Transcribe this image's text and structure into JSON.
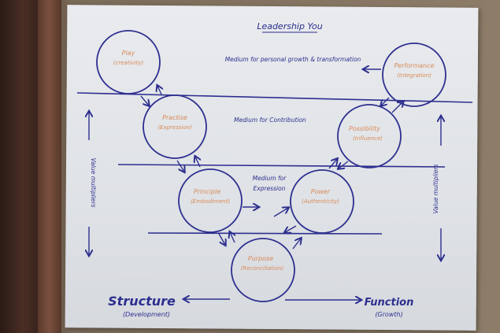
{
  "title": "Leadership You",
  "mediums": {
    "top": "Medium for personal growth & transformation",
    "middle": "Medium for Contribution",
    "expression_line1": "Medium for",
    "expression_line2": "Expression"
  },
  "circles": {
    "play": {
      "name": "Play",
      "sub": "(creativity)"
    },
    "practise": {
      "name": "Practise",
      "sub": "(Expression)"
    },
    "principle": {
      "name": "Principle",
      "sub": "(Embodiment)"
    },
    "purpose": {
      "name": "Purpose",
      "sub": "(Reconciliation)"
    },
    "power": {
      "name": "Power",
      "sub": "(Authenticity)"
    },
    "possibility": {
      "name": "Possibility",
      "sub": "(Influence)"
    },
    "performance": {
      "name": "Performance",
      "sub": "(Integration)"
    }
  },
  "side_labels": {
    "left": "Value multipliers",
    "right": "Value multipliers"
  },
  "bottom": {
    "structure": "Structure",
    "structure_sub": "(Development)",
    "function": "Function",
    "function_sub": "(Growth)"
  },
  "colors": {
    "ink": "#2d2f8f",
    "orange": "#d88a58",
    "paper": "#e4e6ea"
  }
}
